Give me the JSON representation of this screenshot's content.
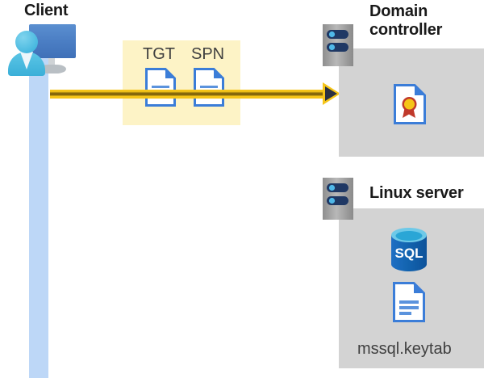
{
  "diagram": {
    "title_client": "Client",
    "title_domain_controller": "Domain\ncontroller",
    "title_linux_server": "Linux server",
    "message_labels": {
      "tgt": "TGT",
      "spn": "SPN"
    },
    "file_label": "mssql.keytab",
    "sql_label": "SQL",
    "colors": {
      "lifeline": "#bdd7f7",
      "message_box": "#fdf3c6",
      "arrow": "#f5c518",
      "arrow_head": "#2a3142",
      "panel": "#d3d3d3",
      "document_blue": "#3b7dd8",
      "sql_blue": "#0f6cbd",
      "seal_gold": "#f5c518",
      "seal_red": "#c0392b",
      "title_text": "#1a1a1a",
      "label_text": "#404040",
      "monitor_blue": "#4b7ec4",
      "person_cyan": "#49b9e0",
      "server_body": "#9a9a9a",
      "server_bar": "#1f3864",
      "server_led": "#4fb8e8"
    },
    "icons": {
      "client": "client-user-computer-icon",
      "tgt_document": "document-icon",
      "spn_document": "document-icon",
      "domain_controller_server": "server-icon",
      "certificate": "certificate-document-icon",
      "linux_server": "server-icon",
      "sql_database": "sql-database-icon",
      "keytab_document": "document-icon",
      "flow_arrow": "arrow-right-icon"
    }
  }
}
